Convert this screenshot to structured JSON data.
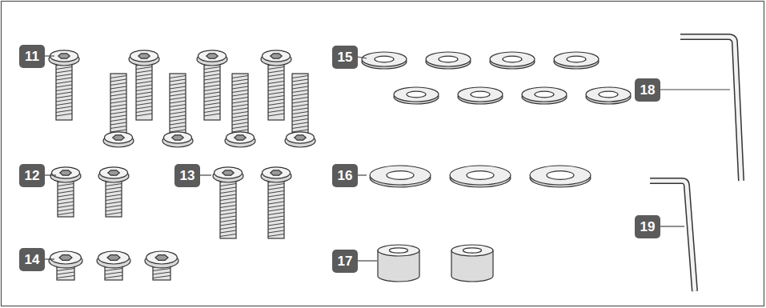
{
  "diagram": {
    "labels": [
      "11",
      "12",
      "13",
      "14",
      "15",
      "16",
      "17",
      "18",
      "19"
    ]
  }
}
